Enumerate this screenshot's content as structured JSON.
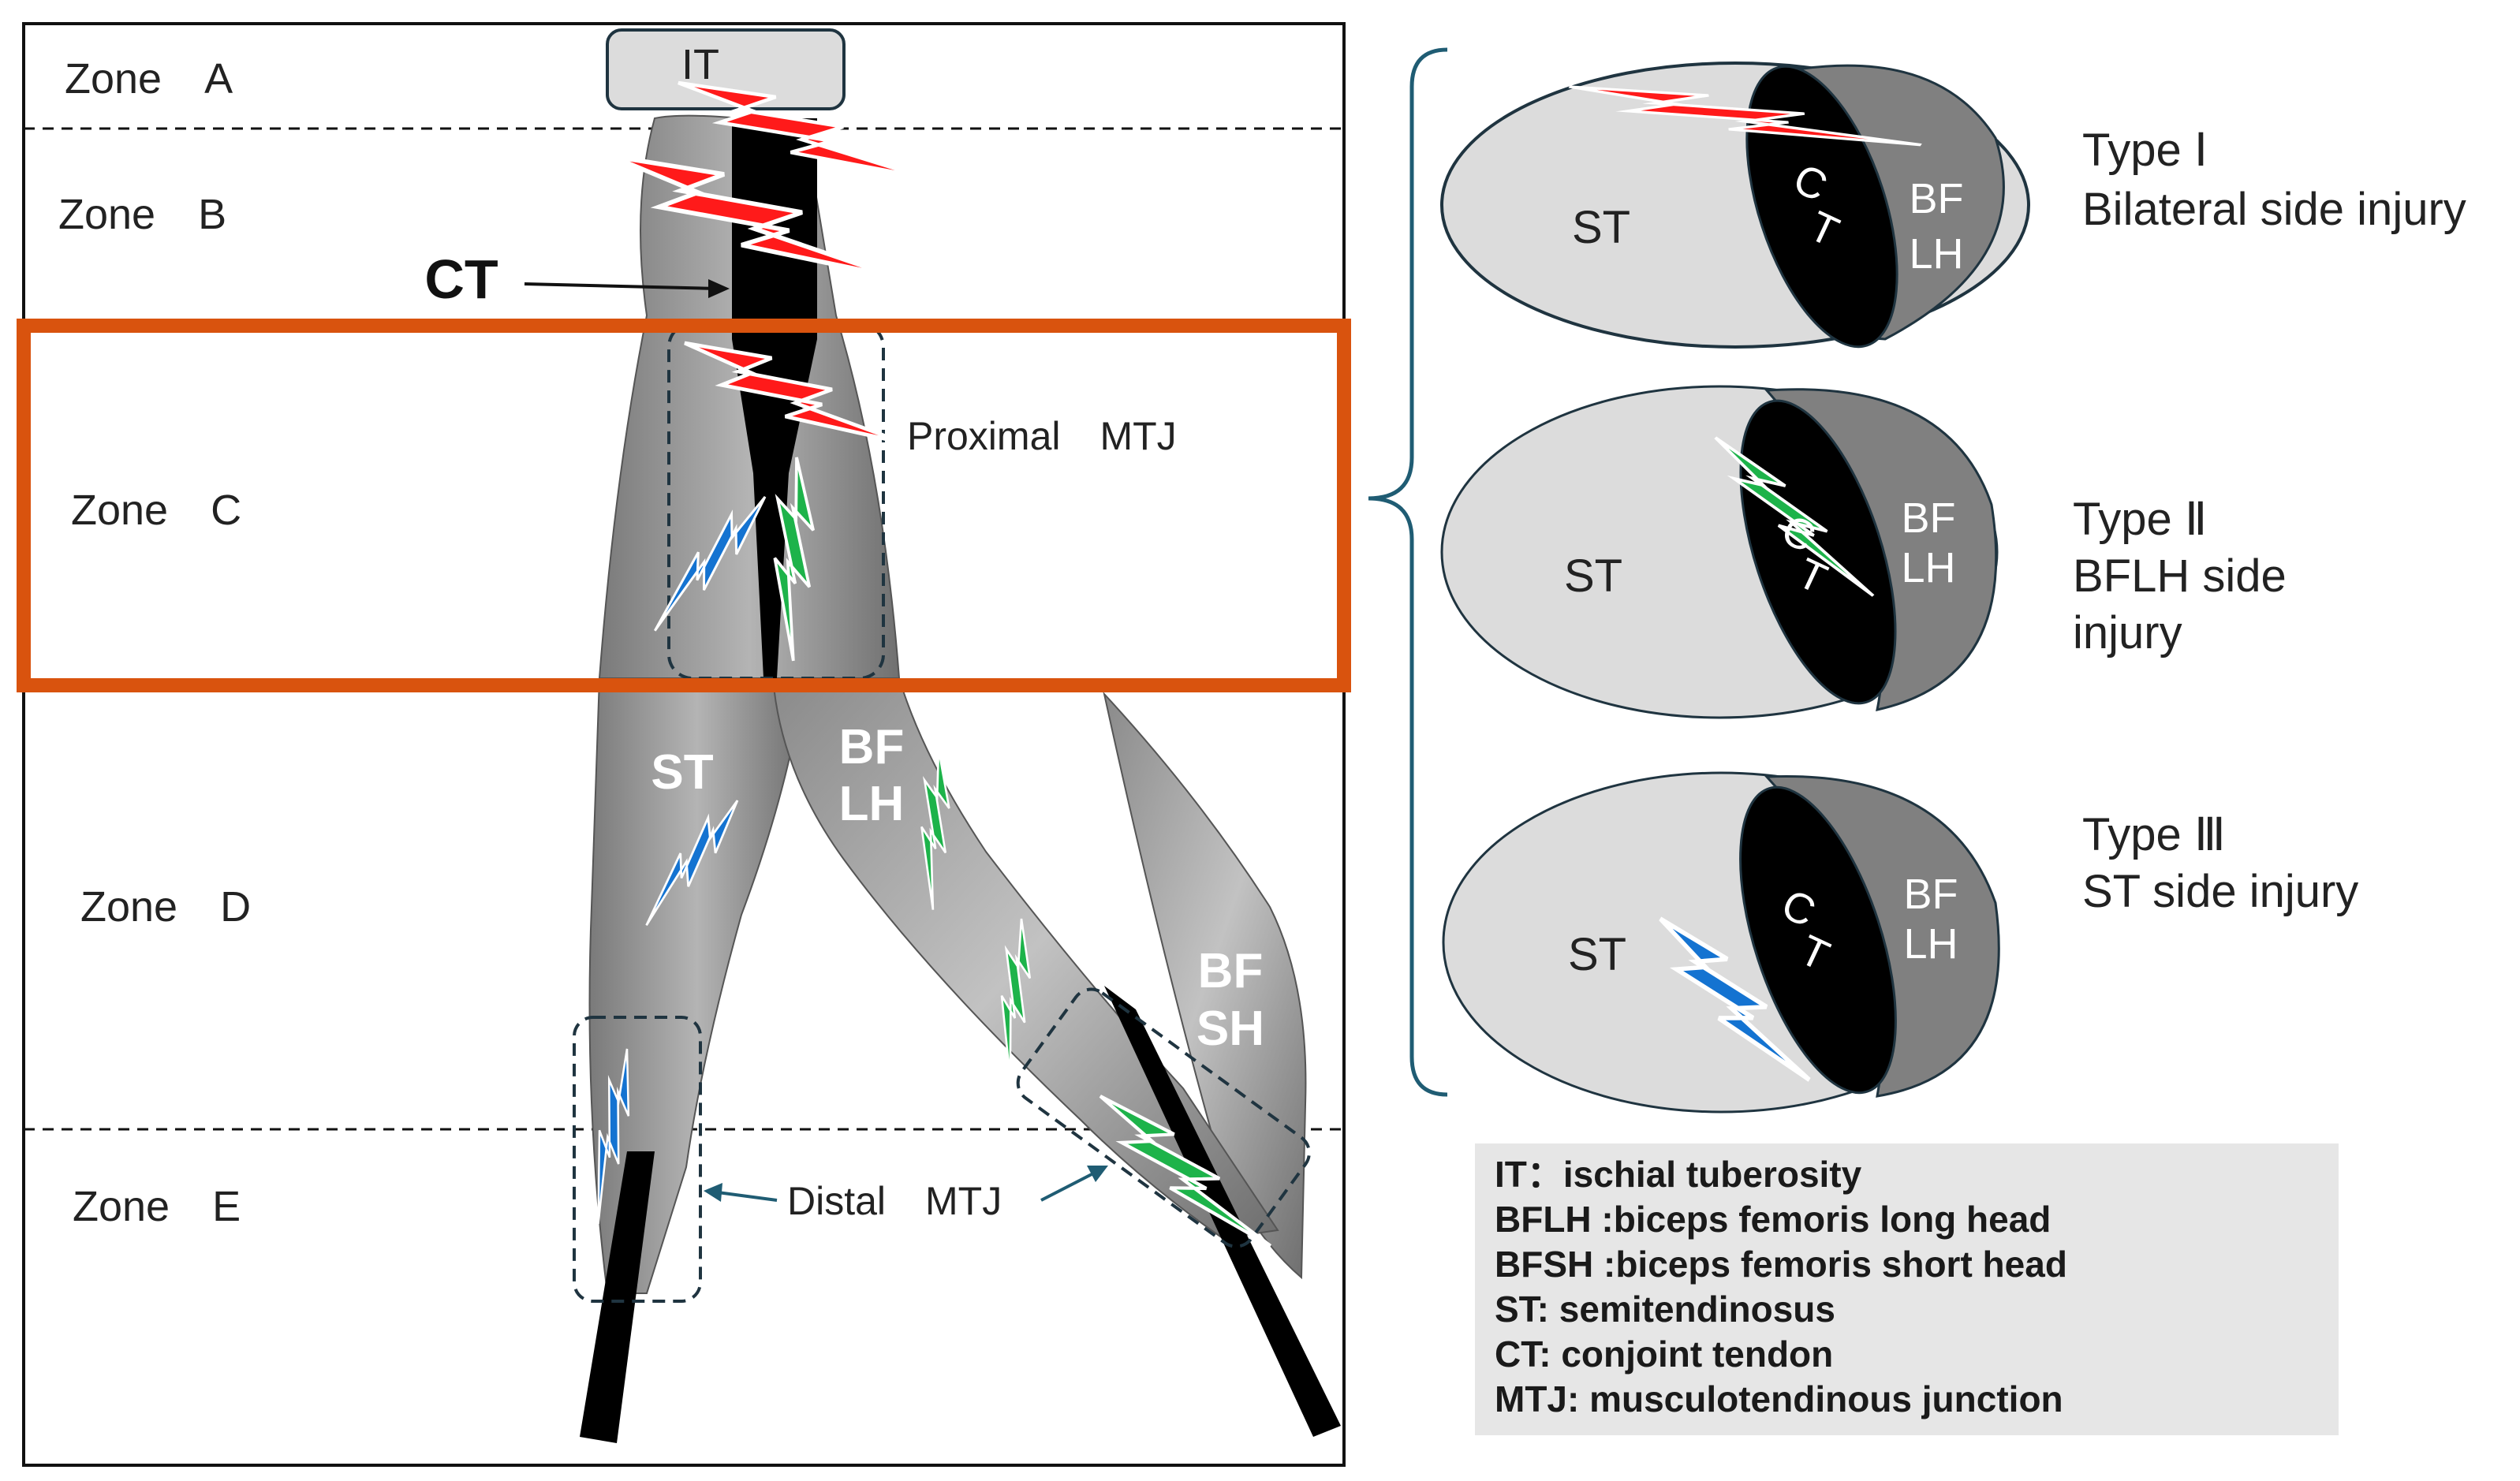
{
  "zones": [
    {
      "id": "A",
      "label": "Zone　A"
    },
    {
      "id": "B",
      "label": "Zone　B"
    },
    {
      "id": "C",
      "label": "Zone　C"
    },
    {
      "id": "D",
      "label": "Zone　D"
    },
    {
      "id": "E",
      "label": "Zone　E"
    }
  ],
  "anatomy": {
    "it_label": "IT",
    "ct_label": "CT",
    "st_label": "ST",
    "bflh_label_line1": "BF",
    "bflh_label_line2": "LH",
    "bfsh_label_line1": "BF",
    "bfsh_label_line2": "SH",
    "proximal_mtj_label": "Proximal　MTJ",
    "distal_mtj_label": "Distal　MTJ"
  },
  "cross_sections": [
    {
      "type_line1": "Type Ⅰ",
      "type_line2": "Bilateral side injury",
      "type_line3": "",
      "st": "ST",
      "ct_c": "C",
      "ct_t": "T",
      "bf1": "BF",
      "bf2": "LH",
      "bolt_color": "red"
    },
    {
      "type_line1": "Type Ⅱ",
      "type_line2": "BFLH side",
      "type_line3": "injury",
      "st": "ST",
      "ct_c": "C",
      "ct_t": "T",
      "bf1": "BF",
      "bf2": "LH",
      "bolt_color": "green"
    },
    {
      "type_line1": "Type Ⅲ",
      "type_line2": "ST side injury",
      "type_line3": "",
      "st": "ST",
      "ct_c": "C",
      "ct_t": "T",
      "bf1": "BF",
      "bf2": "LH",
      "bolt_color": "blue"
    }
  ],
  "legend": [
    "IT：ischial tuberosity",
    "BFLH :biceps femoris long head",
    "BFSH :biceps femoris short head",
    "ST: semitendinosus",
    "CT: conjoint tendon",
    "MTJ: musculotendinous junction"
  ],
  "colors": {
    "red_injury": "#ff1a1a",
    "green_injury": "#1db34a",
    "blue_injury": "#1473d1",
    "zone_c_highlight": "#d9530e",
    "legend_bg": "#e6e6e6",
    "brace": "#1f5c73"
  }
}
